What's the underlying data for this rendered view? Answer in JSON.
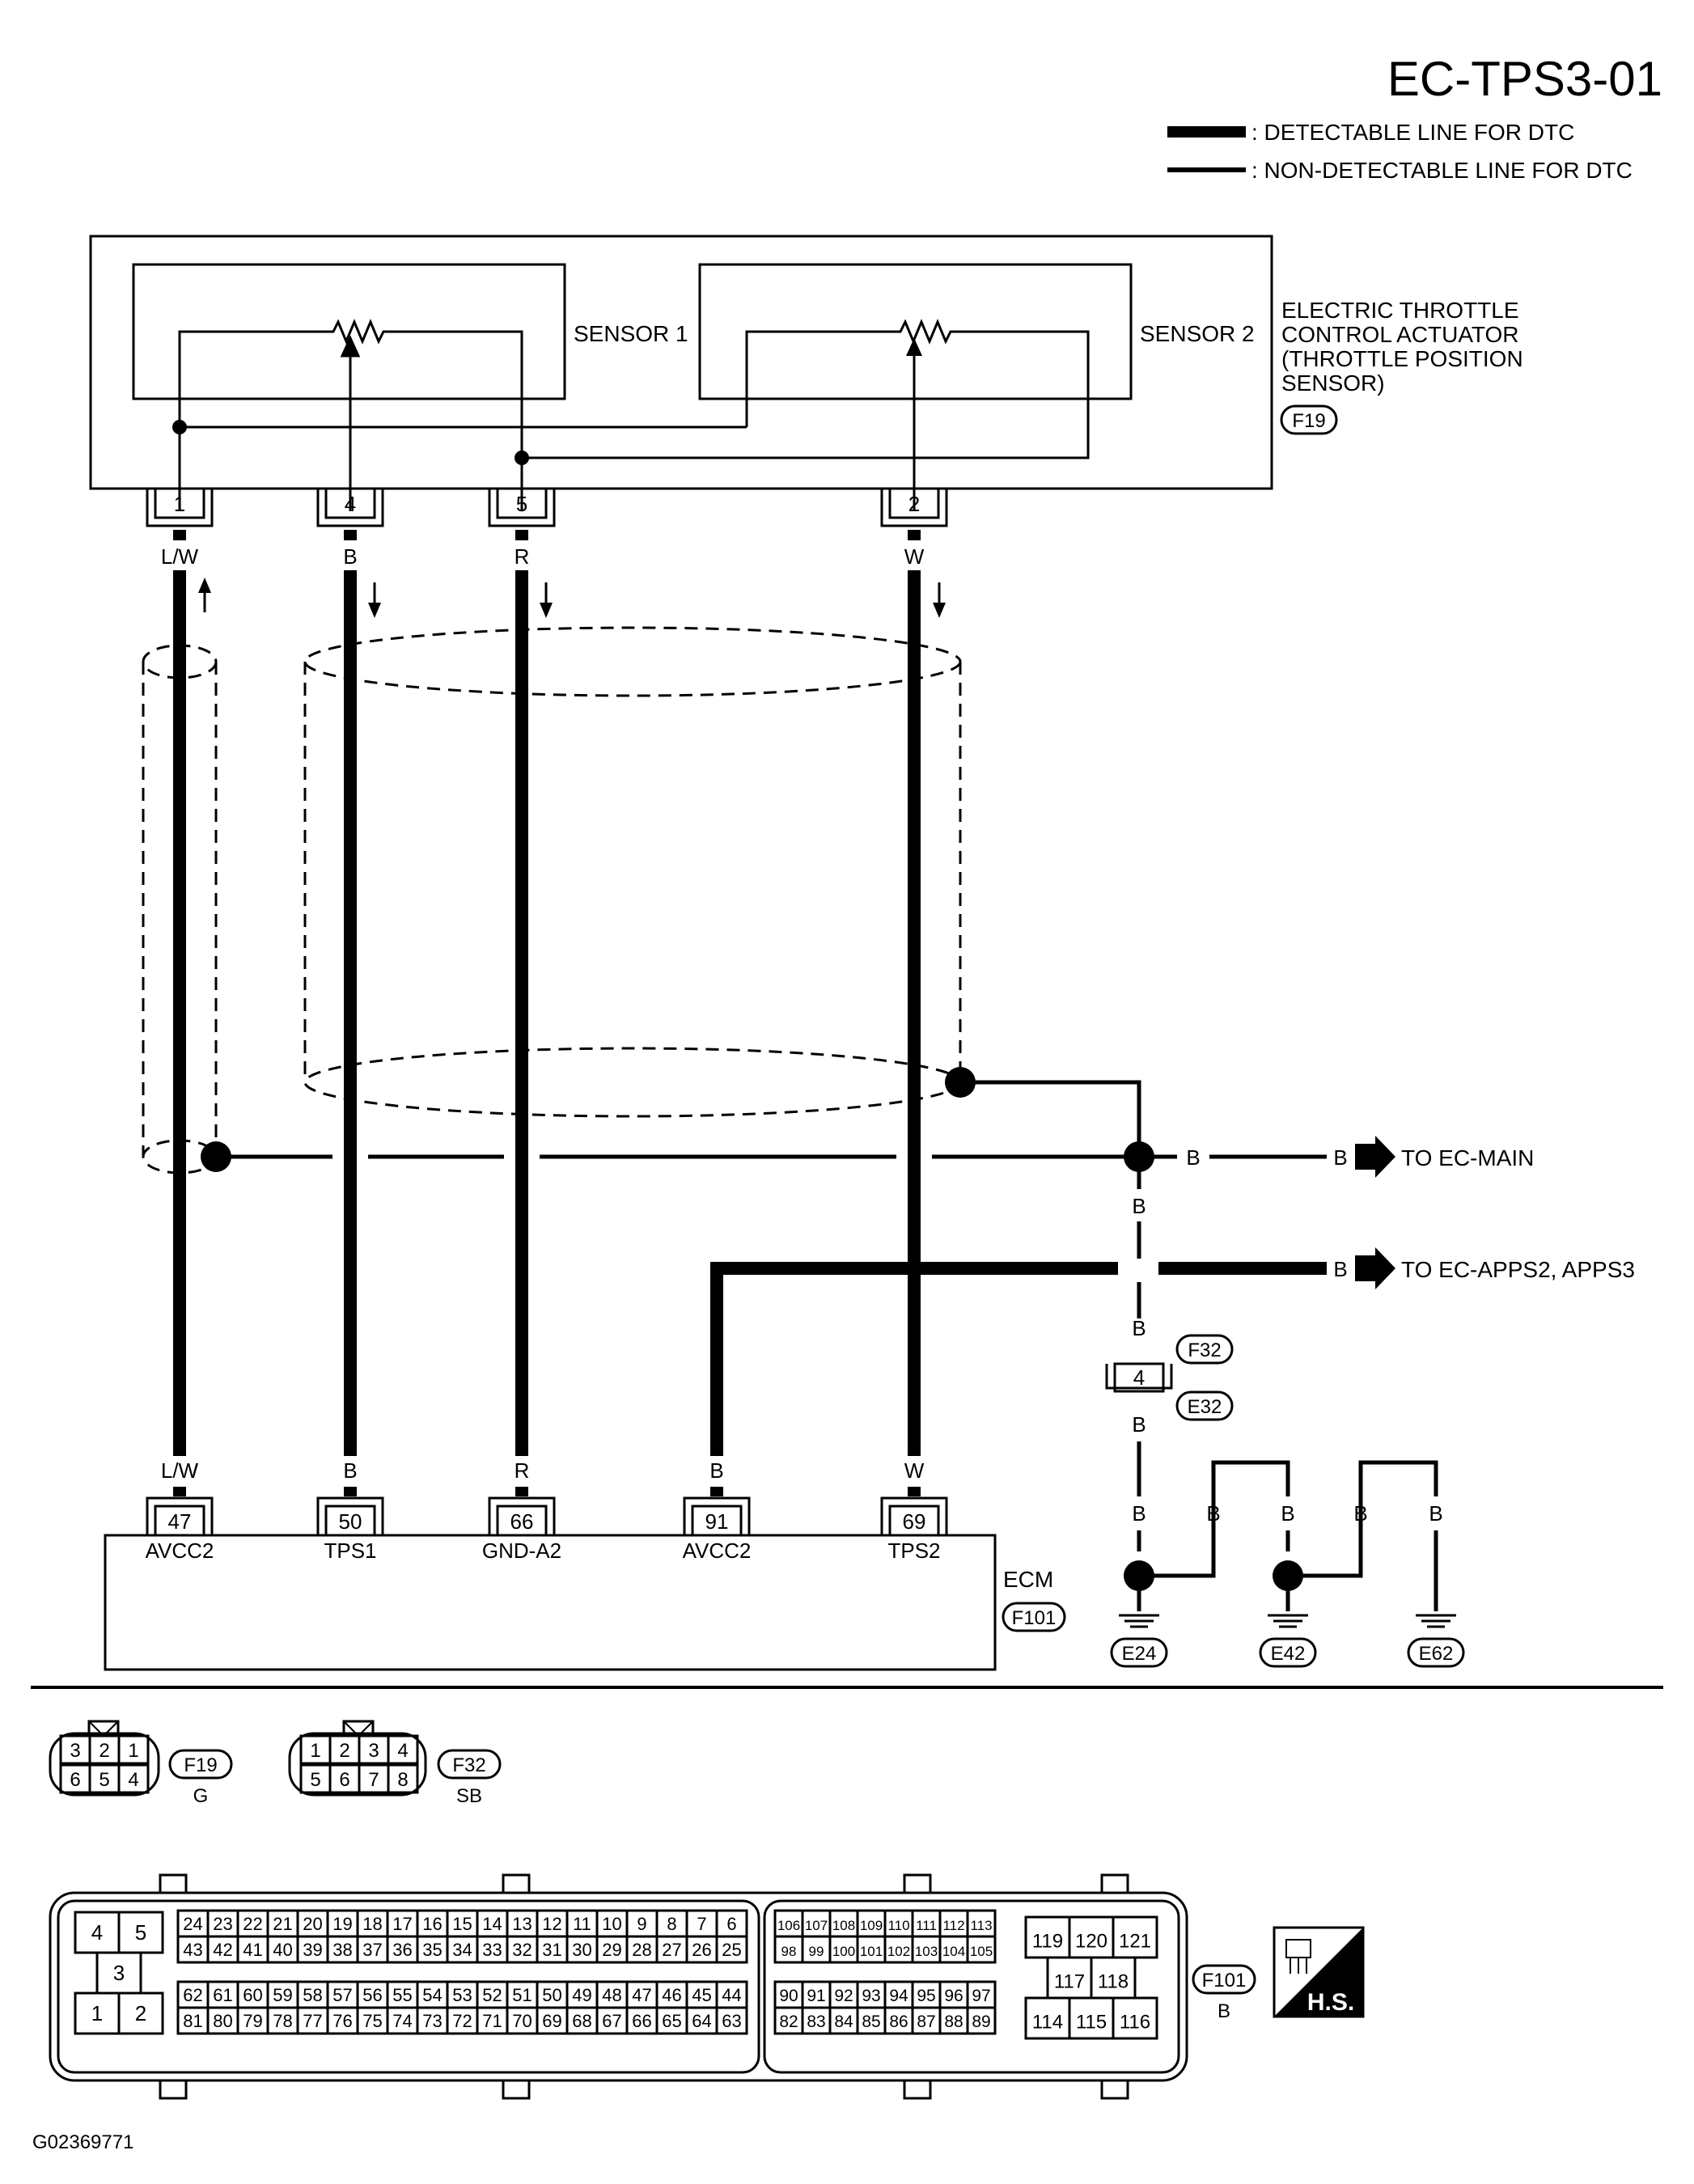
{
  "title": "EC-TPS3-01",
  "legend": {
    "detectable": ": DETECTABLE LINE FOR DTC",
    "non_detectable": ": NON-DETECTABLE LINE FOR DTC"
  },
  "actuator": {
    "line1": "ELECTRIC THROTTLE",
    "line2": "CONTROL ACTUATOR",
    "line3": "(THROTTLE POSITION",
    "line4": " SENSOR)",
    "connector": "F19",
    "sensor1": "SENSOR 1",
    "sensor2": "SENSOR 2"
  },
  "actuator_pins": [
    {
      "pin": "1",
      "color": "L/W"
    },
    {
      "pin": "4",
      "color": "B"
    },
    {
      "pin": "5",
      "color": "R"
    },
    {
      "pin": "2",
      "color": "W"
    }
  ],
  "ecm": {
    "label": "ECM",
    "connector": "F101",
    "pins": [
      {
        "pin": "47",
        "name": "AVCC2",
        "color": "L/W"
      },
      {
        "pin": "50",
        "name": "TPS1",
        "color": "B"
      },
      {
        "pin": "66",
        "name": "GND-A2",
        "color": "R"
      },
      {
        "pin": "91",
        "name": "AVCC2",
        "color": "B"
      },
      {
        "pin": "69",
        "name": "TPS2",
        "color": "W"
      }
    ]
  },
  "shield_wire": {
    "color": "B",
    "to_main": "TO EC-MAIN",
    "to_apps": "TO EC-APPS2, APPS3",
    "junction": {
      "pin": "4",
      "upper": "F32",
      "lower": "E32"
    }
  },
  "grounds": [
    "E24",
    "E42",
    "E62"
  ],
  "wire_b": "B",
  "connector_views": {
    "f19": {
      "id": "F19",
      "color": "G",
      "top": [
        "3",
        "2",
        "1"
      ],
      "bottom": [
        "6",
        "5",
        "4"
      ]
    },
    "f32": {
      "id": "F32",
      "color": "SB",
      "top": [
        "1",
        "2",
        "3",
        "4"
      ],
      "bottom": [
        "5",
        "6",
        "7",
        "8"
      ]
    },
    "f101": {
      "id": "F101",
      "color": "B"
    }
  },
  "ecm_connector": {
    "left_block": [
      "4",
      "5",
      "3",
      "1",
      "2"
    ],
    "row1": [
      "24",
      "23",
      "22",
      "21",
      "20",
      "19",
      "18",
      "17",
      "16",
      "15",
      "14",
      "13",
      "12",
      "11",
      "10",
      "9",
      "8",
      "7",
      "6"
    ],
    "row2": [
      "43",
      "42",
      "41",
      "40",
      "39",
      "38",
      "37",
      "36",
      "35",
      "34",
      "33",
      "32",
      "31",
      "30",
      "29",
      "28",
      "27",
      "26",
      "25"
    ],
    "row3": [
      "62",
      "61",
      "60",
      "59",
      "58",
      "57",
      "56",
      "55",
      "54",
      "53",
      "52",
      "51",
      "50",
      "49",
      "48",
      "47",
      "46",
      "45",
      "44"
    ],
    "row4": [
      "81",
      "80",
      "79",
      "78",
      "77",
      "76",
      "75",
      "74",
      "73",
      "72",
      "71",
      "70",
      "69",
      "68",
      "67",
      "66",
      "65",
      "64",
      "63"
    ],
    "mid_row1": [
      "106",
      "107",
      "108",
      "109",
      "110",
      "111",
      "112",
      "113"
    ],
    "mid_row2": [
      "98",
      "99",
      "100",
      "101",
      "102",
      "103",
      "104",
      "105"
    ],
    "mid_row3": [
      "90",
      "91",
      "92",
      "93",
      "94",
      "95",
      "96",
      "97"
    ],
    "mid_row4": [
      "82",
      "83",
      "84",
      "85",
      "86",
      "87",
      "88",
      "89"
    ],
    "right_top": [
      "119",
      "120",
      "121"
    ],
    "right_mid": [
      "117",
      "118"
    ],
    "right_bottom": [
      "114",
      "115",
      "116"
    ]
  },
  "hs_label": "H.S.",
  "figure_id": "G02369771"
}
